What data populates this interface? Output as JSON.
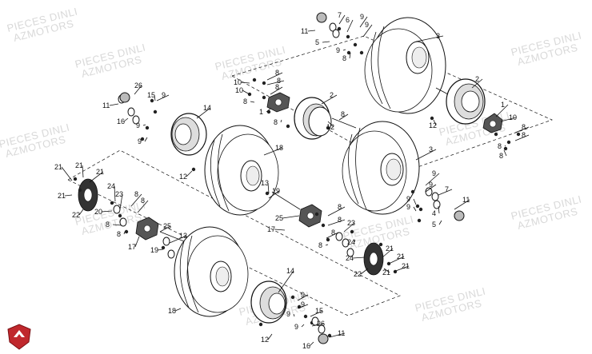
{
  "watermark": {
    "line1": "PIECES DINLI",
    "line2": "AZMOTORS"
  },
  "callouts": [
    "1",
    "2",
    "3",
    "4",
    "5",
    "6",
    "7",
    "8",
    "9",
    "10",
    "11",
    "12",
    "13",
    "14",
    "15",
    "16",
    "17",
    "18",
    "19",
    "20",
    "21",
    "22",
    "23",
    "24",
    "25",
    "26"
  ],
  "logo": "azmotors-shield-icon"
}
